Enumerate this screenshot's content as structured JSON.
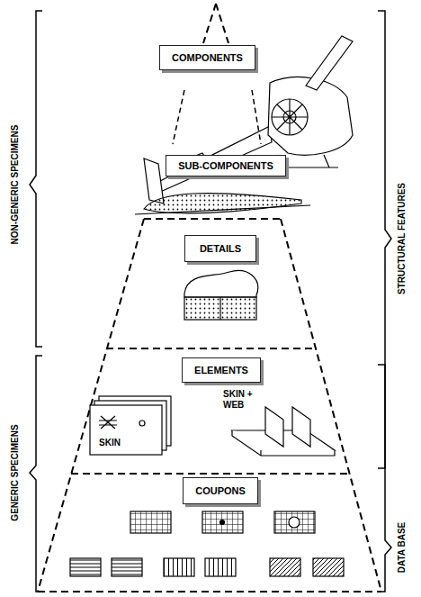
{
  "diagram": {
    "nodes": [
      {
        "text": [
          "COMPONENTS"
        ]
      },
      {
        "text": [
          "SUB-COMPONENTS"
        ]
      },
      {
        "text": [
          "DETAILS"
        ]
      },
      {
        "text": [
          "ELEMENTS"
        ]
      },
      {
        "text": [
          "COUPONS"
        ]
      }
    ],
    "labels": [
      "NON-GENERIC SPECIMENS",
      "GENERIC SPECIMENS",
      "STRUCTURAL FEATURES",
      "DATA BASE",
      "SKIN",
      "SKIN + WEB"
    ]
  }
}
